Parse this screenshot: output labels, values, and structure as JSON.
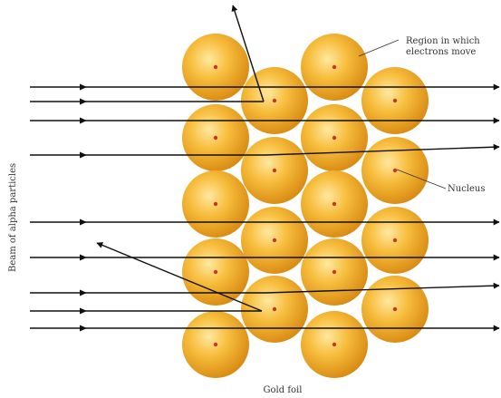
{
  "labels": {
    "region": [
      "Region in which",
      "electrons move"
    ],
    "nucleus": "Nucleus",
    "beam": "Beam of alpha particles",
    "foil": "Gold foil"
  },
  "colors": {
    "atom_center": "#ffd86a",
    "atom_mid": "#f5b22e",
    "atom_edge": "#d98a10",
    "nucleus": "#c0392b",
    "line": "#111111"
  }
}
